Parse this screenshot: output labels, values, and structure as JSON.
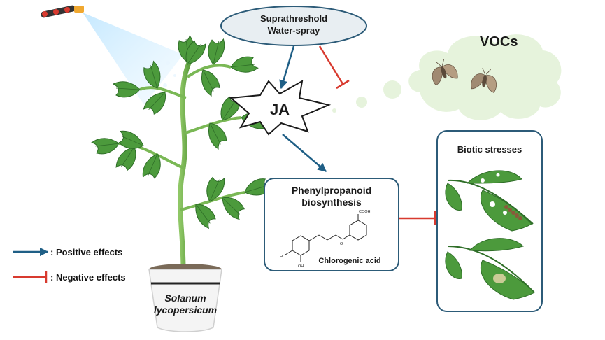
{
  "nodes": {
    "stimulus": {
      "line1": "Suprathreshold",
      "line2": "Water-spray"
    },
    "ja": {
      "label": "JA"
    },
    "vocs": {
      "label": "VOCs"
    },
    "phenylpropanoid": {
      "line1": "Phenylpropanoid",
      "line2": "biosynthesis",
      "compound": "Chlorogenic acid"
    },
    "biotic": {
      "label": "Biotic stresses"
    },
    "plant": {
      "line1": "Solanum",
      "line2": "lycopersicum"
    }
  },
  "chem_labels": {
    "cooh": "COOH",
    "ho": "HO",
    "oh": "OH",
    "o": "O"
  },
  "legend": {
    "positive": ": Positive effects",
    "negative": ": Negative effects"
  },
  "colors": {
    "positive": "#1f5f86",
    "negative": "#d83a2f",
    "box_border": "#2c5b78",
    "leaf": "#4c9a3c",
    "leaf_dark": "#2f6e28",
    "cloud": "#e6f3dc",
    "ellipse": "#e8eef2"
  }
}
